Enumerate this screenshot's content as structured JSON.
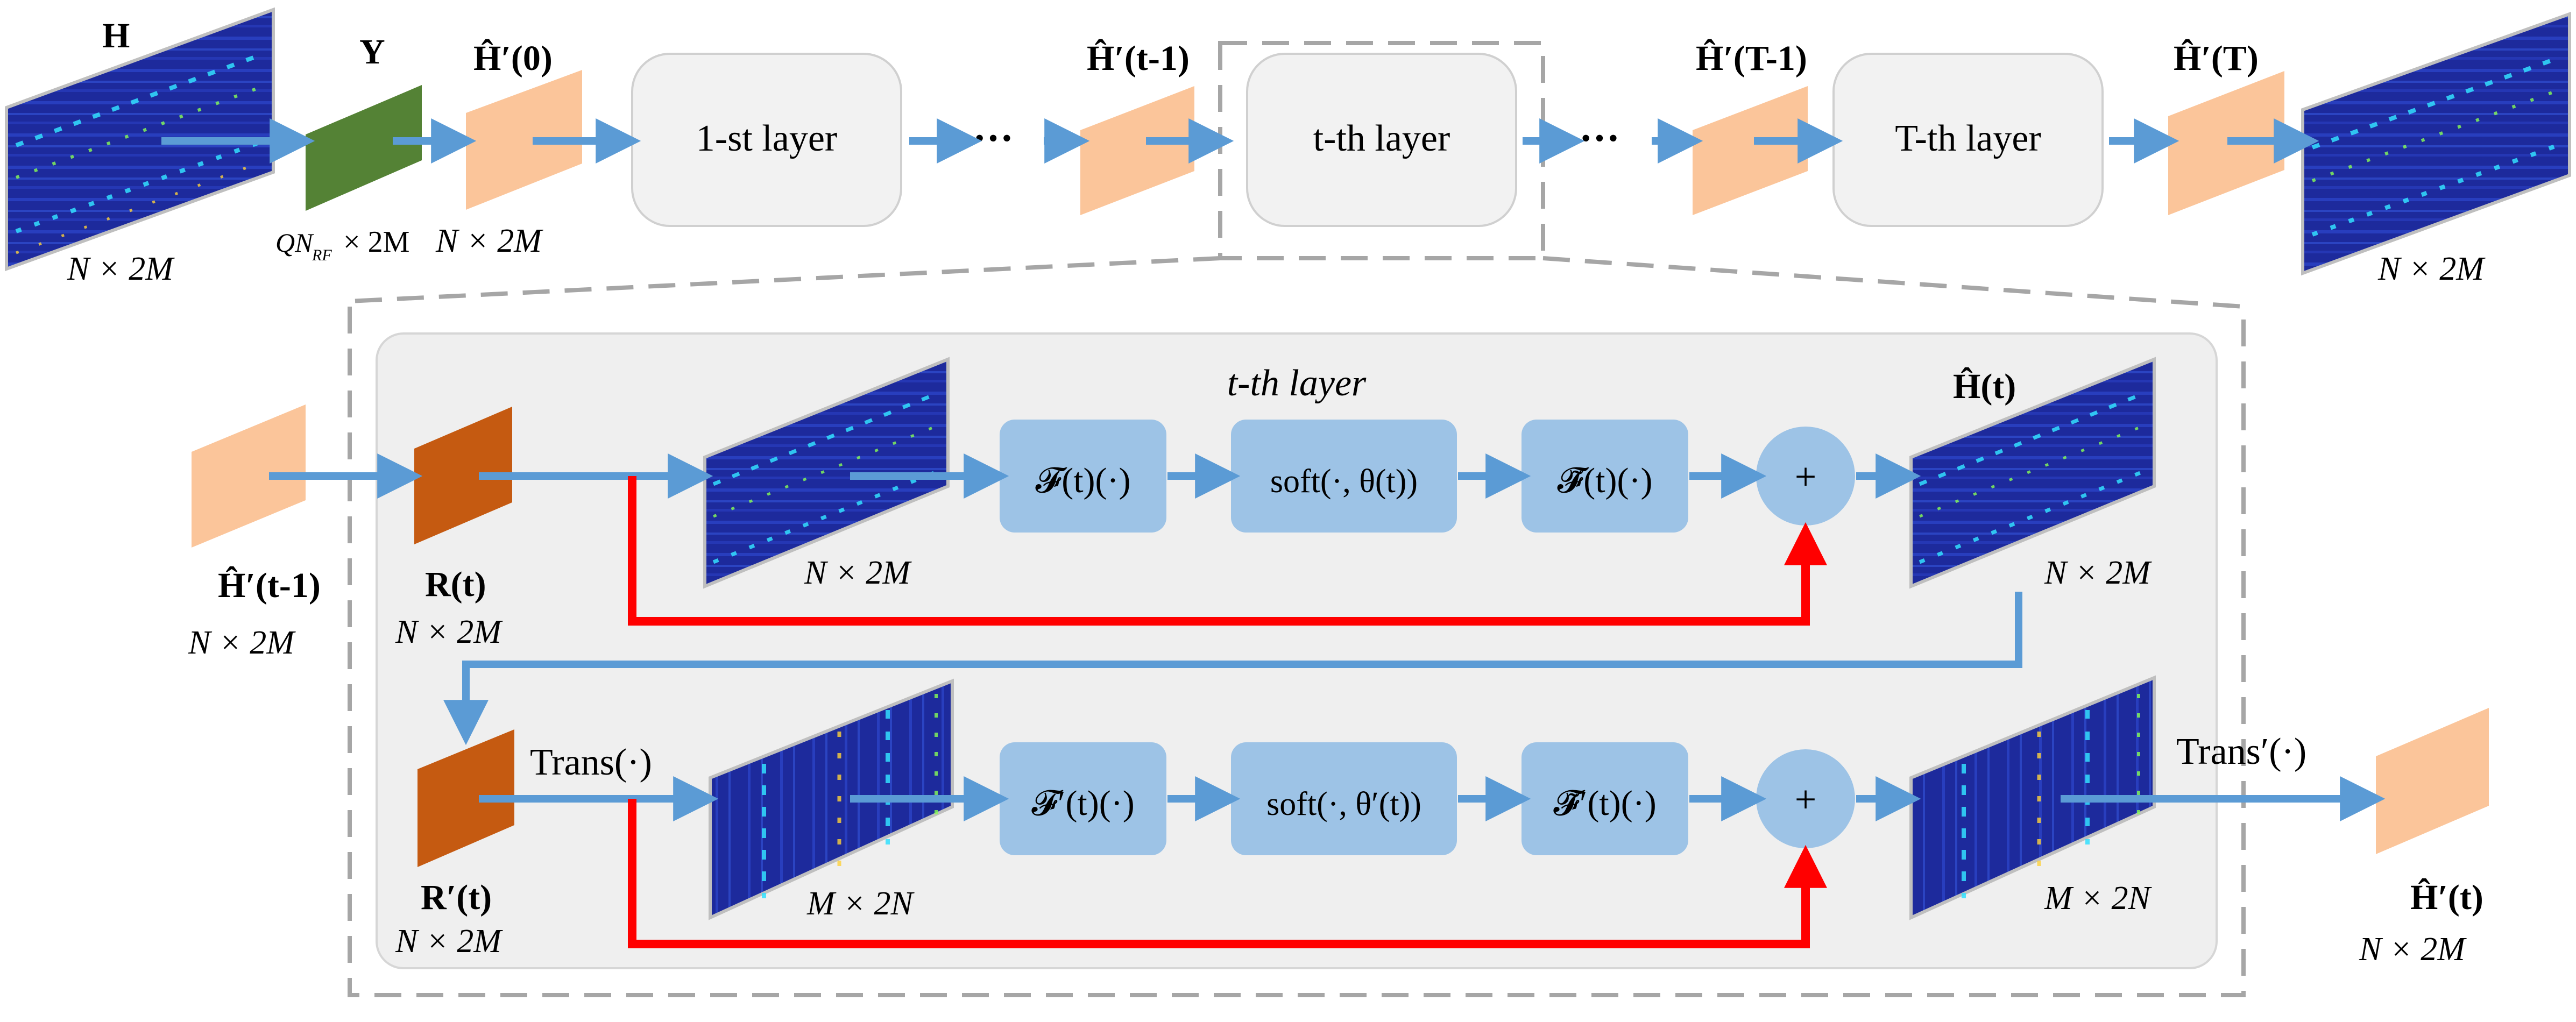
{
  "colors": {
    "arrow_blue": "#5b9bd5",
    "arrow_red": "#ff0000",
    "peach": "#fbc59a",
    "dark_orange": "#c55a11",
    "green": "#548235",
    "layer_box": "#f2f2f2",
    "op_box": "#9dc3e6",
    "panel_bg": "#efefef",
    "dashed": "#a6a6a6",
    "heatmap_bg": "#1d2a9c"
  },
  "top": {
    "h_label": "H",
    "y_label": "Y",
    "h0_label": "Ĥ′(0)",
    "ht1_label": "Ĥ′(t-1)",
    "hT1_label": "Ĥ′(T-1)",
    "hT_label": "Ĥ′(T)",
    "dim_h": "N × 2M",
    "dim_y_qn": "QN",
    "dim_y_rf": "RF",
    "dim_y_rest": "× 2M",
    "dim_h0": "N × 2M",
    "dim_out": "N × 2M",
    "layer1": "1-st layer",
    "layert": "t-th layer",
    "layerT": "T-th layer",
    "ellipsis": "···"
  },
  "detail": {
    "title": "t-th layer",
    "input_label": "Ĥ′(t-1)",
    "input_dim": "N × 2M",
    "r_label": "R(t)",
    "r_dim": "N × 2M",
    "heat1_dim": "N × 2M",
    "f_op": "𝓕(t)(·)",
    "soft_op": "soft(·, θ(t))",
    "finv_op": "𝓕̃(t)(·)",
    "plus": "+",
    "hout_label": "Ĥ(t)",
    "hout_dim": "N × 2M",
    "rp_label": "R′(t)",
    "rp_dim": "N × 2M",
    "trans": "Trans(·)",
    "heat3_dim": "M × 2N",
    "fp_op": "𝓕′(t)(·)",
    "softp_op": "soft(·, θ′(t))",
    "fpinv_op": "𝓕̃′(t)(·)",
    "plus2": "+",
    "heat4_dim": "M × 2N",
    "trans_inv": "Trans′(·)",
    "final_label": "Ĥ′(t)",
    "final_dim": "N × 2M"
  }
}
